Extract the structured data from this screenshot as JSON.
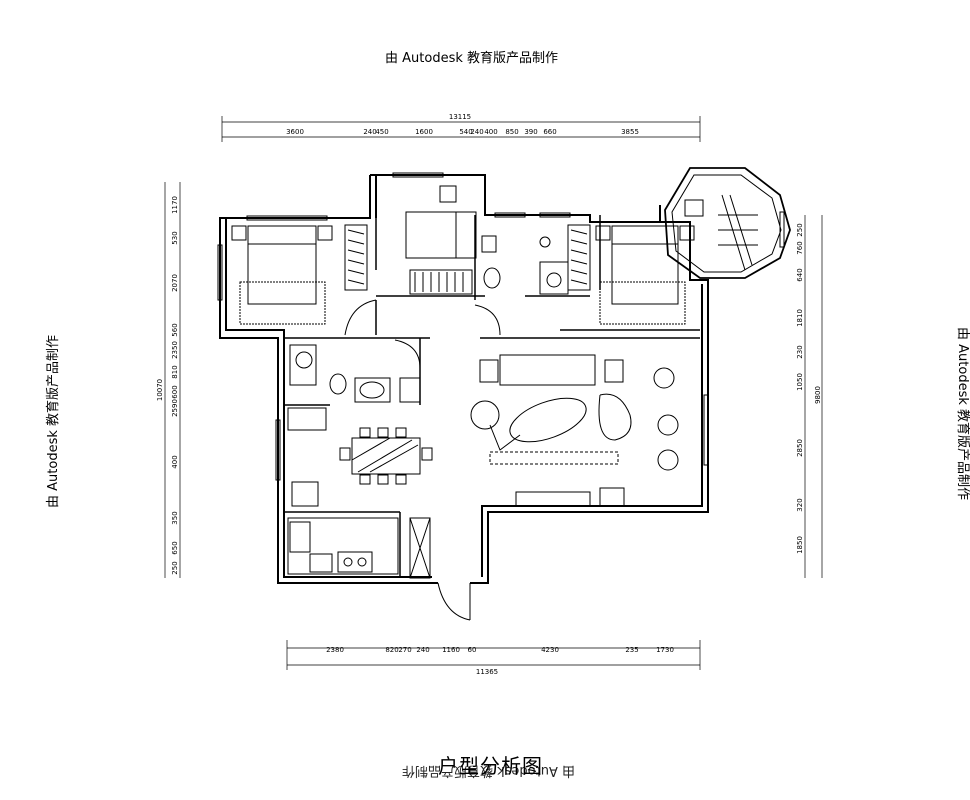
{
  "watermark": {
    "top": "由 Autodesk 教育版产品制作",
    "left": "由 Autodesk 教育版产品制作",
    "right": "由 Autodesk 教育版产品制作",
    "bottom": "由 Autodesk 教育版产品制作"
  },
  "caption": "户型分析图",
  "dimensions": {
    "top_total": "13115",
    "top": [
      "3600",
      "240",
      "450",
      "1600",
      "540",
      "240",
      "400",
      "850",
      "390",
      "660",
      "3855"
    ],
    "left_total": "10070",
    "left": [
      "1170",
      "530",
      "2070",
      "560",
      "2350",
      "810",
      "600",
      "2590",
      "400",
      "350",
      "650",
      "250"
    ],
    "right_total": "9800",
    "right": [
      "250",
      "760",
      "640",
      "1810",
      "230",
      "1050",
      "2850",
      "320",
      "1850"
    ],
    "bottom_total": "11365",
    "bottom": [
      "2380",
      "820",
      "270",
      "240",
      "1160",
      "60",
      "4230",
      "235",
      "1730"
    ]
  },
  "colors": {
    "line": "#000000",
    "background": "#ffffff"
  }
}
